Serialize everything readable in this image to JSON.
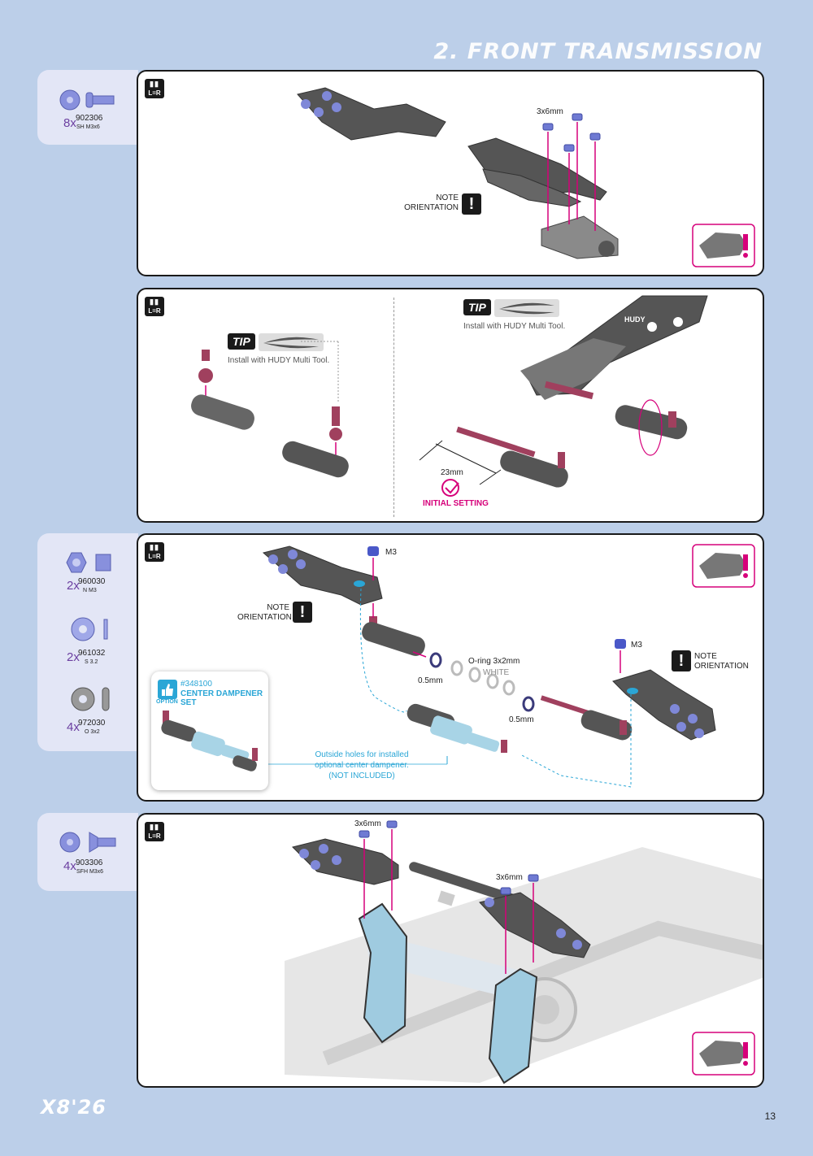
{
  "header": {
    "section_title": "2. FRONT TRANSMISSION"
  },
  "parts_1": [
    {
      "qty": "8x",
      "code": "902306",
      "desc": "SH M3x6"
    }
  ],
  "parts_3": [
    {
      "qty": "2x",
      "code": "960030",
      "desc": "N M3"
    },
    {
      "qty": "2x",
      "code": "961032",
      "desc": "S 3.2"
    },
    {
      "qty": "4x",
      "code": "972030",
      "desc": "O 3x2"
    }
  ],
  "parts_4": [
    {
      "qty": "4x",
      "code": "903306",
      "desc": "SFH M3x6"
    }
  ],
  "lr_badge": {
    "top": "▮▮",
    "bottom": "L=R"
  },
  "step1": {
    "screw_label": "3x6mm",
    "note": [
      "NOTE",
      "ORIENTATION"
    ]
  },
  "step2": {
    "tip_badge": "TIP",
    "tip_text": "Install with HUDY Multi Tool.",
    "tool_brand": "HUDY",
    "length": "23mm",
    "initial_setting": "INITIAL SETTING"
  },
  "step3": {
    "nut_label_1": "M3",
    "nut_label_2": "M3",
    "note": [
      "NOTE",
      "ORIENTATION"
    ],
    "shim_label_1": "0.5mm",
    "shim_label_2": "0.5mm",
    "oring_label": "O-ring 3x2mm",
    "oring_color": "WHITE",
    "option_code": "#348100",
    "option_name": "CENTER DAMPENER SET",
    "option_badge": "OPTION",
    "outside_text": [
      "Outside holes for installed",
      "optional center dampener."
    ],
    "not_included": "(NOT INCLUDED)"
  },
  "step4": {
    "screw_label_1": "3x6mm",
    "screw_label_2": "3x6mm"
  },
  "footer": {
    "model": "X8'26",
    "page": "13"
  },
  "colors": {
    "accent_magenta": "#d6007a",
    "accent_cyan": "#2aa6d6",
    "part_blue": "#7f88d8",
    "background": "#bccfe9"
  }
}
